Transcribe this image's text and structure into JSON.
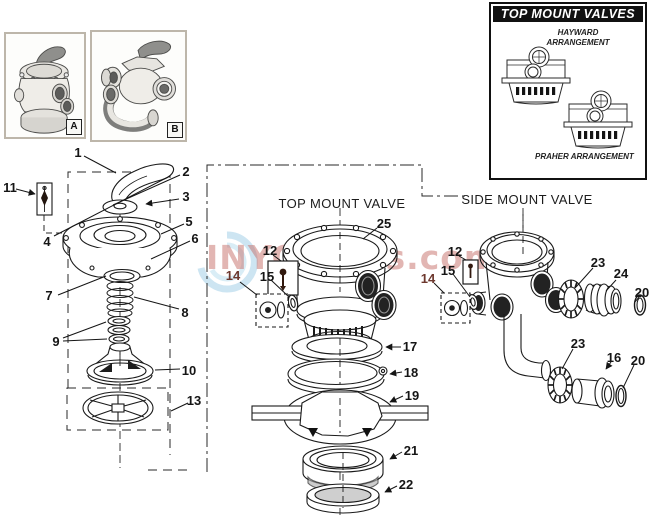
{
  "inset": {
    "title": "TOP MOUNT VALVES",
    "hayward": "HAYWARD ARRANGEMENT",
    "praher": "PRAHER ARRANGEMENT"
  },
  "photos": {
    "a": "A",
    "b": "B"
  },
  "sections": {
    "top_mount": "TOP MOUNT VALVE",
    "side_mount": "SIDE MOUNT VALVE"
  },
  "watermark": {
    "text": "INYOPools.com",
    "swirl_color": "#bcdcee",
    "text_color": "#c66e68"
  },
  "callouts": {
    "left": [
      "1",
      "2",
      "3",
      "4",
      "5",
      "6",
      "7",
      "8",
      "9",
      "10",
      "11",
      "13"
    ],
    "top_mount": [
      "25",
      "12",
      "15",
      "14",
      "17",
      "18",
      "19",
      "21",
      "22"
    ],
    "side_mount": [
      "12",
      "15",
      "14",
      "23",
      "24",
      "20",
      "23",
      "16",
      "20"
    ]
  }
}
